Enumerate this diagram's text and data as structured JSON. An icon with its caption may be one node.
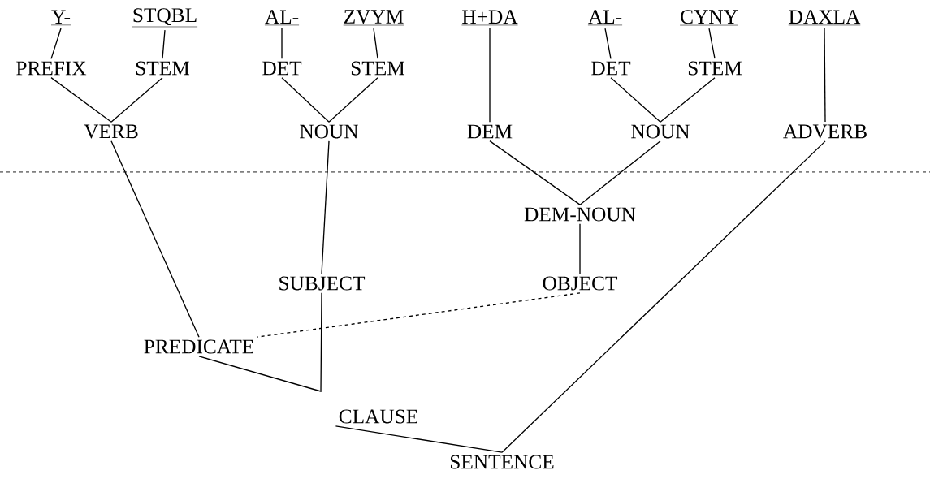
{
  "diagram": {
    "nodes": [
      {
        "text": [
          "Y-"
        ]
      },
      {
        "text": [
          "STQBL"
        ]
      },
      {
        "text": [
          "AL-"
        ]
      },
      {
        "text": [
          "ZVYM"
        ]
      },
      {
        "text": [
          "H+DA"
        ]
      },
      {
        "text": [
          "AL-"
        ]
      },
      {
        "text": [
          "CYNY"
        ]
      },
      {
        "text": [
          "DAXLA"
        ]
      },
      {
        "text": [
          "PREFIX"
        ]
      },
      {
        "text": [
          "STEM"
        ]
      },
      {
        "text": [
          "DET"
        ]
      },
      {
        "text": [
          "STEM"
        ]
      },
      {
        "text": [
          "DET"
        ]
      },
      {
        "text": [
          "STEM"
        ]
      },
      {
        "text": [
          "VERB"
        ]
      },
      {
        "text": [
          "NOUN"
        ]
      },
      {
        "text": [
          "DEM"
        ]
      },
      {
        "text": [
          "NOUN"
        ]
      },
      {
        "text": [
          "ADVERB"
        ]
      },
      {
        "text": [
          "DEM-NOUN"
        ]
      },
      {
        "text": [
          "SUBJECT"
        ]
      },
      {
        "text": [
          "OBJECT"
        ]
      },
      {
        "text": [
          "PREDICATE"
        ]
      },
      {
        "text": [
          "CLAUSE"
        ]
      },
      {
        "text": [
          "SENTENCE"
        ]
      }
    ],
    "edges": [
      {
        "from": 0,
        "to": 8,
        "arrow": "none"
      },
      {
        "from": 1,
        "to": 9,
        "arrow": "none"
      },
      {
        "from": 2,
        "to": 10,
        "arrow": "none"
      },
      {
        "from": 3,
        "to": 11,
        "arrow": "none"
      },
      {
        "from": 4,
        "to": 16,
        "arrow": "none"
      },
      {
        "from": 5,
        "to": 12,
        "arrow": "none"
      },
      {
        "from": 6,
        "to": 13,
        "arrow": "none"
      },
      {
        "from": 7,
        "to": 18,
        "arrow": "none"
      },
      {
        "from": 8,
        "to": 14,
        "arrow": "none"
      },
      {
        "from": 9,
        "to": 14,
        "arrow": "none"
      },
      {
        "from": 10,
        "to": 15,
        "arrow": "none"
      },
      {
        "from": 11,
        "to": 15,
        "arrow": "none"
      },
      {
        "from": 12,
        "to": 17,
        "arrow": "none"
      },
      {
        "from": 13,
        "to": 17,
        "arrow": "none"
      },
      {
        "from": 16,
        "to": 19,
        "arrow": "none"
      },
      {
        "from": 17,
        "to": 19,
        "arrow": "none"
      },
      {
        "from": 14,
        "to": 22,
        "arrow": "none"
      },
      {
        "from": 15,
        "to": 20,
        "arrow": "none"
      },
      {
        "from": 19,
        "to": 21,
        "arrow": "none"
      },
      {
        "from": 21,
        "to": 22,
        "arrow": "none",
        "style": "dashed"
      },
      {
        "from": 22,
        "to": 20,
        "arrow": "none"
      },
      {
        "from": 23,
        "to": 24,
        "arrow": "none"
      },
      {
        "from": 18,
        "to": 24,
        "arrow": "none"
      }
    ]
  }
}
